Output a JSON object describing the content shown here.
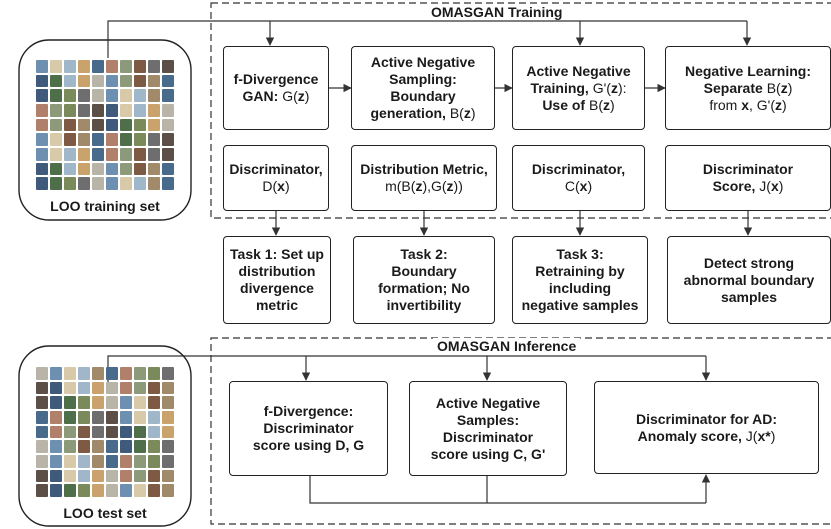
{
  "training": {
    "title": "OMASGAN Training",
    "boxes": {
      "fdiv_gan": {
        "l1": "f-Divergence",
        "l2": "GAN: ",
        "f": "G(",
        "b": "z",
        "e": ")"
      },
      "ans": {
        "l1": "Active Negative",
        "l2": "Sampling:",
        "l3": "Boundary",
        "l4": "generation, ",
        "f": "B(",
        "b": "z",
        "e": ")"
      },
      "ant": {
        "l1": "Active Negative",
        "l2": "Training, ",
        "f": "G'(",
        "b": "z",
        "e": "):",
        "l3": "Use of ",
        "f2": "B(",
        "b2": "z",
        "e2": ")"
      },
      "neg": {
        "l1": "Negative Learning:",
        "l2": "Separate ",
        "f": "B(",
        "b": "z",
        "e": ")",
        "l3a": "from ",
        "x": "x",
        "l3b": ", G'(",
        "b2": "z",
        "e2": ")"
      },
      "disc_d": {
        "l1": "Discriminator,",
        "f": "D(",
        "b": "x",
        "e": ")"
      },
      "dist": {
        "l1": "Distribution Metric,",
        "f": "m(B(",
        "b": "z",
        "m": "),G(",
        "b2": "z",
        "e": "))"
      },
      "disc_c": {
        "l1": "Discriminator,",
        "f": "C(",
        "b": "x",
        "e": ")"
      },
      "disc_j": {
        "l1": "Discriminator",
        "l2": "Score, ",
        "f": "J(",
        "b": "x",
        "e": ")"
      }
    },
    "tasks": [
      {
        "lines": [
          "Task 1: Set up",
          "distribution",
          "divergence",
          "metric"
        ]
      },
      {
        "lines": [
          "Task 2:",
          "Boundary",
          "formation; No",
          "invertibility"
        ]
      },
      {
        "lines": [
          "Task 3:",
          "Retraining by",
          "including",
          "negative samples"
        ]
      },
      {
        "lines": [
          "Detect strong",
          "abnormal boundary",
          "samples"
        ]
      }
    ]
  },
  "inference": {
    "title": "OMASGAN Inference",
    "boxes": [
      {
        "lines": [
          "f-Divergence:",
          "Discriminator",
          "score using D, G"
        ]
      },
      {
        "lines": [
          "Active Negative",
          "Samples:",
          "Discriminator",
          "score using C, G'"
        ]
      },
      {
        "l1": "Discriminator for AD:",
        "l2": "Anomaly score, ",
        "f": "J(",
        "b": "x*",
        "e": ")"
      }
    ]
  },
  "sets": {
    "train_label": "LOO training set",
    "test_label": "LOO test set"
  },
  "colors": {
    "line": "#333333",
    "box_border": "#222222"
  }
}
